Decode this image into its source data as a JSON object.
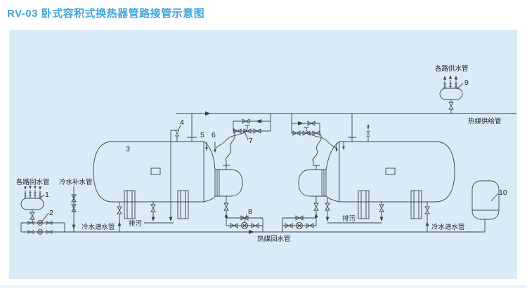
{
  "title": "RV-03 卧式容积式换热器管路接管示意图",
  "colors": {
    "title": "#3fa3da",
    "panel": "#d9ebf7",
    "line": "#3f3f3f",
    "text": "#222222"
  },
  "diagram": {
    "labels": {
      "supply_header": "各路供水管",
      "heat_supply": "热媒供给管",
      "return_header": "各路回水管",
      "makeup": "冷水补水管",
      "cold_inlet_left": "冷水进水管",
      "cold_inlet_right": "冷水进水管",
      "drain_left": "排污",
      "drain_right": "排污",
      "heat_return": "热媒回水管"
    },
    "callouts": {
      "n1": "1",
      "n2": "2",
      "n3": "3",
      "n4": "4",
      "n5": "5",
      "n6": "6",
      "n7": "7",
      "n8": "8",
      "n9": "9",
      "n10": "10"
    }
  }
}
